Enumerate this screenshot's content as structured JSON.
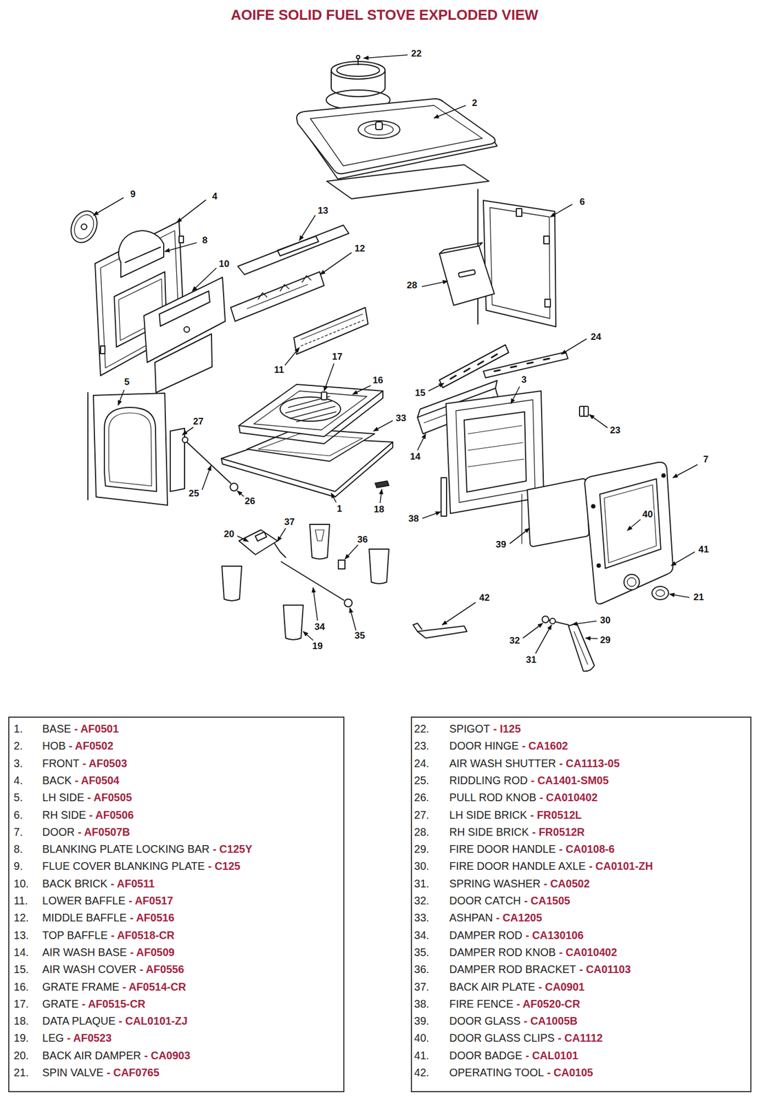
{
  "diagram": {
    "title": "AOIFE SOLID FUEL STOVE EXPLODED VIEW",
    "nodes": [
      {
        "text": [
          "1.",
          "BASE",
          "- AF0501",
          "2.",
          "HOB",
          "- AF0502",
          "3.",
          "FRONT",
          "- AF0503",
          "4.",
          "BACK",
          "- AF0504",
          "5.",
          "LH SIDE",
          "- AF0505",
          "6.",
          "RH SIDE",
          "- AF0506",
          "7.",
          "DOOR",
          "- AF0507B",
          "8.",
          "BLANKING PLATE LOCKING BAR",
          "- C125Y",
          "9.",
          "FLUE COVER BLANKING PLATE",
          "- C125",
          "10.",
          "BACK BRICK",
          "- AF0511",
          "11.",
          "LOWER BAFFLE",
          "- AF0517",
          "12.",
          "MIDDLE BAFFLE",
          "- AF0516",
          "13.",
          "TOP BAFFLE",
          "- AF0518-CR",
          "14.",
          "AIR WASH BASE",
          "- AF0509",
          "15.",
          "AIR WASH COVER",
          "- AF0556",
          "16.",
          "GRATE FRAME",
          "- AF0514-CR",
          "17.",
          "GRATE",
          "- AF0515-CR",
          "18.",
          "DATA PLAQUE",
          "- CAL0101-ZJ",
          "19.",
          "LEG",
          "- AF0523",
          "20.",
          "BACK AIR DAMPER",
          "- CA0903",
          "21.",
          "SPIN VALVE",
          "- CAF0765"
        ]
      },
      {
        "text": [
          "22.",
          "SPIGOT",
          "- I125",
          "23.",
          "DOOR HINGE",
          "- CA1602",
          "24.",
          "AIR WASH SHUTTER",
          "- CA1113-05",
          "25.",
          "RIDDLING ROD",
          "- CA1401-SM05",
          "26.",
          "PULL ROD KNOB",
          "- CA010402",
          "27.",
          "LH SIDE BRICK",
          "- FR0512L",
          "28.",
          "RH SIDE BRICK",
          "- FR0512R",
          "29.",
          "FIRE DOOR HANDLE",
          "- CA0108-6",
          "30.",
          "FIRE DOOR HANDLE AXLE",
          "- CA0101-ZH",
          "31.",
          "SPRING WASHER",
          "- CA0502",
          "32.",
          "DOOR CATCH",
          "- CA1505",
          "33.",
          "ASHPAN",
          "- CA1205",
          "34.",
          "DAMPER ROD",
          "- CA130106",
          "35.",
          "DAMPER ROD KNOB",
          "- CA010402",
          "36.",
          "DAMPER ROD BRACKET",
          "- CA01103",
          "37.",
          "BACK AIR PLATE",
          "- CA0901",
          "38.",
          "FIRE FENCE",
          "- AF0520-CR",
          "39.",
          "DOOR GLASS",
          "- CA1005B",
          "40.",
          "DOOR GLASS CLIPS",
          "- CA1112",
          "41.",
          "DOOR BADGE",
          "- CAL0101",
          "42.",
          "OPERATING TOOL",
          "- CA0105"
        ]
      }
    ],
    "labels": [
      "22",
      "2",
      "9",
      "4",
      "6",
      "13",
      "8",
      "12",
      "10",
      "28",
      "24",
      "17",
      "11",
      "16",
      "3",
      "5",
      "15",
      "27",
      "33",
      "23",
      "7",
      "14",
      "25",
      "26",
      "1",
      "18",
      "38",
      "37",
      "40",
      "20",
      "36",
      "39",
      "41",
      "21",
      "42",
      "30",
      "34",
      "35",
      "32",
      "29",
      "19",
      "31"
    ]
  }
}
